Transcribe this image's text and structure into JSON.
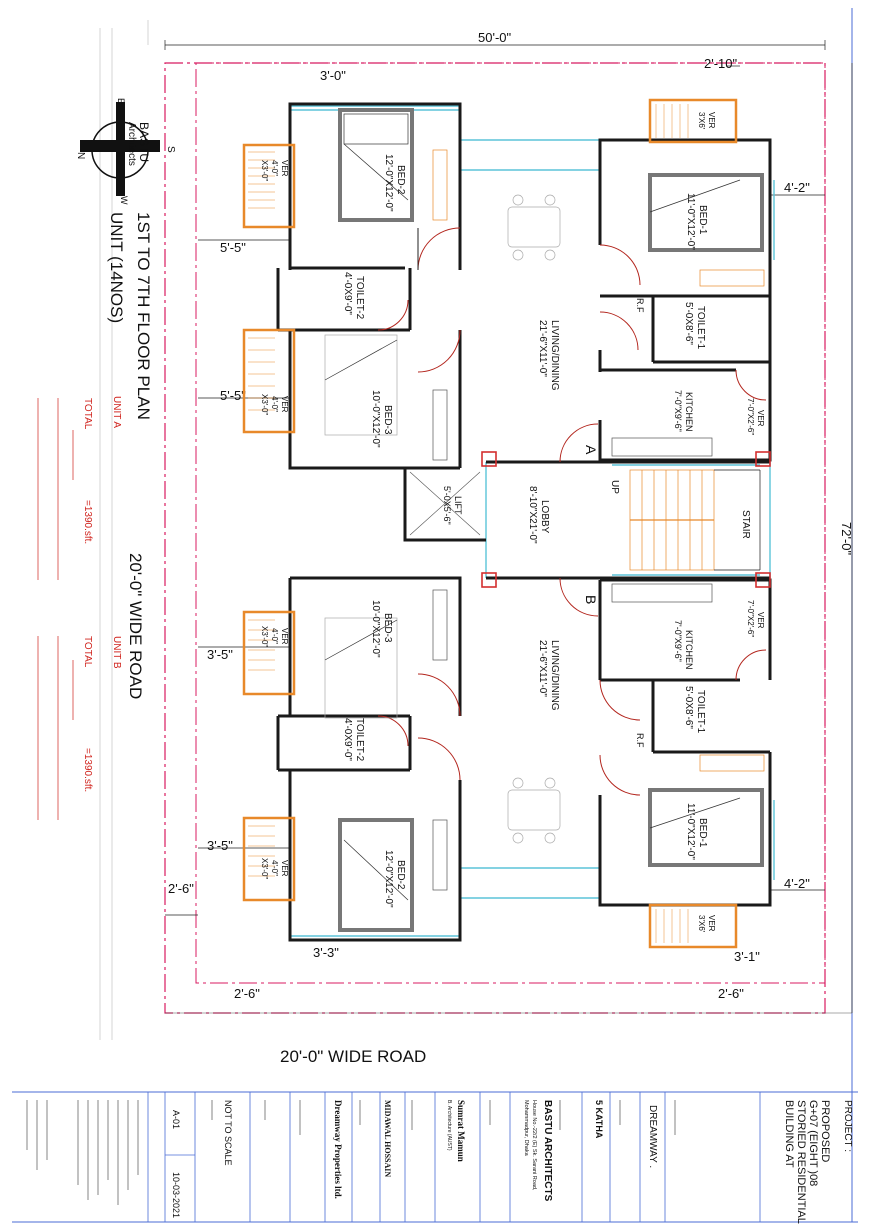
{
  "dims": {
    "top": "50'-0\"",
    "right": "72'-0\"",
    "top_right_offset": "2'-10\"",
    "top_left_offset": "3'-0\"",
    "right_offset_upper": "4'-2\"",
    "right_offset_lower": "4'-2\"",
    "left_5_5_a": "5'-5\"",
    "left_5_5_b": "5'-5\"",
    "left_3_5_a": "3'-5\"",
    "left_3_5_b": "3'-5\"",
    "left_2_6": "2'-6\"",
    "bottom_3_3": "3'-3\"",
    "bottom_3_1": "3'-1\"",
    "bottom_2_6_left": "2'-6\"",
    "bottom_2_6_right": "2'-6\""
  },
  "road_side": "20'-0\" WIDE ROAD",
  "road_bottom": "20'-0\" WIDE ROAD",
  "plan_title_1": "1ST TO 7TH FLOOR PLAN",
  "plan_title_2": "UNIT (14NOS)",
  "compass": {
    "line1": "BASTU",
    "line2": "Architects",
    "n": "N",
    "s": "S",
    "e": "E",
    "w": "W"
  },
  "area": {
    "unit_a": "UNIT A",
    "unit_b": "UNIT B",
    "total_label_a": "TOTAL",
    "total_value_a": "=1390.sft.",
    "total_label_b": "TOTAL",
    "total_value_b": "=1390.sft."
  },
  "rooms": {
    "ver_tl_a": "VER",
    "ver_tl_b": "4'-0\"",
    "ver_tl_c": "X3'-0\"",
    "bed2_top": "BED-2",
    "bed2_top_dim": "12'-0\"X12'-0\"",
    "toilet2_top": "TOILET-2",
    "toilet2_top_dim": "4'-0X9'-0\"",
    "ver_ml_a": "VER",
    "ver_ml_b": "4'-0\"",
    "ver_ml_c": "X3'-0\"",
    "bed3_top": "BED-3",
    "bed3_top_dim": "10'-0\"X12'-0\"",
    "living_a": "LIVING/DINING",
    "living_a_dim": "21'-6\"X11'-0\"",
    "ver_tr_a": "VER",
    "ver_tr_b": "3'X6'",
    "bed1_top": "BED-1",
    "bed1_top_dim": "11'-0\"X12'-0\"",
    "toilet1_top": "TOILET-1",
    "toilet1_top_dim": "5'-0X8'-6\"",
    "rf_top": "R.F",
    "kitchen_top": "KITCHEN",
    "kitchen_top_dim": "7'-0\"X9'-6\"",
    "ver_k_top_a": "VER",
    "ver_k_top_b": "7'-0\"X2'-6\"",
    "unit_a_mark": "A",
    "up": "UP",
    "lift": "LIFT",
    "lift_dim": "5'-0X5'-6\"",
    "lobby": "LOBBY",
    "lobby_dim": "8'-10\"X21'-0\"",
    "stair": "STAIR",
    "unit_b_mark": "B",
    "bed3_bot": "BED-3",
    "bed3_bot_dim": "10'-0\"X12'-0\"",
    "ver_bl_a": "VER",
    "ver_bl_b": "4'-0\"",
    "ver_bl_c": "X3'-0\"",
    "living_b": "LIVING/DINING",
    "living_b_dim": "21'-6\"X11'-0\"",
    "kitchen_bot": "KITCHEN",
    "kitchen_bot_dim": "7'-0\"X9'-6\"",
    "ver_k_bot_a": "VER",
    "ver_k_bot_b": "7'-0\"X2'-6\"",
    "toilet1_bot": "TOILET-1",
    "toilet1_bot_dim": "5'-0X8'-6\"",
    "rf_bot": "R.F",
    "toilet2_bot": "TOILET-2",
    "toilet2_bot_dim": "4'-0X9'-0\"",
    "bed1_bot": "BED-1",
    "bed1_bot_dim": "11'-0\"X12'-0\"",
    "bed2_bot": "BED-2",
    "bed2_bot_dim": "12'-0\"X12'-0\"",
    "ver_bl2_a": "VER",
    "ver_bl2_b": "4'-0\"",
    "ver_bl2_c": "X3'-0\"",
    "ver_br_a": "VER",
    "ver_br_b": "3'X6'"
  },
  "titleblock": {
    "project_label": "PROJECT :",
    "project_1": "PROPOSED",
    "project_2": "G+07 (EIGHT )08",
    "project_3": "STORIED RESIDENTIAL",
    "project_4": "BUILDING  AT",
    "client_name": "DREAMWAY .",
    "katha": "5 KATHA",
    "firm": "BASTU ARCHITECTS",
    "firm_addr_1": "House No.-22/2 (E) Sk. Sarani Road,",
    "firm_addr_2": "Mohammadpur, Dhaka",
    "engineer_name": "Sumrat Mamun",
    "engineer_sub": "B. Architecture (AUST)",
    "checked_name": "MIDAWAL HOSSAIN",
    "developer": "Dreamway Properties ltd.",
    "scale": "NOT TO SCALE",
    "sheet_no": "A-01",
    "date": "10-03-2021"
  },
  "colors": {
    "boundary": "#d81b60",
    "wall": "#1a1a1a",
    "glass": "#5bc4d9",
    "verandah": "#e8892a",
    "column": "#d32f2f",
    "grid": "#4a6bd6"
  }
}
